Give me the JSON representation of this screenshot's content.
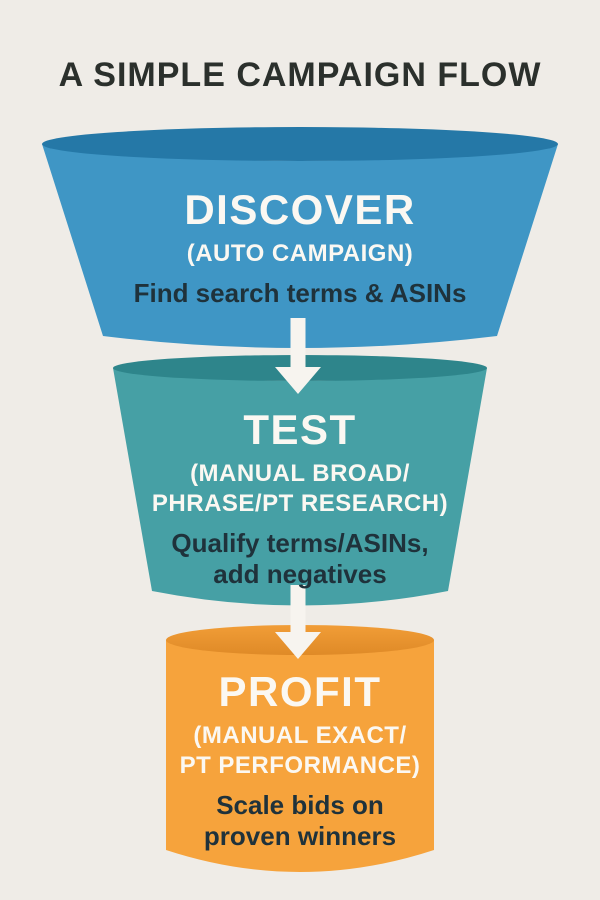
{
  "title": "A SIMPLE CAMPAIGN FLOW",
  "colors": {
    "background": "#efece7",
    "title": "#2b302c",
    "light_text": "#fbf8f2",
    "dark_text": "#1f323b",
    "arrow": "#f7f4ef"
  },
  "stages": [
    {
      "name": "DISCOVER",
      "qualifier_lines": [
        "(AUTO CAMPAIGN)"
      ],
      "description_lines": [
        "Find search terms & ASINs"
      ],
      "body_color": "#3f96c5",
      "lid_color": "#2578a7"
    },
    {
      "name": "TEST",
      "qualifier_lines": [
        "(MANUAL BROAD/",
        "PHRASE/PT RESEARCH)"
      ],
      "description_lines": [
        "Qualify terms/ASINs,",
        "add negatives"
      ],
      "body_color": "#46a0a5",
      "lid_color": "#2e858b"
    },
    {
      "name": "PROFIT",
      "qualifier_lines": [
        "(MANUAL EXACT/",
        "PT PERFORMANCE)"
      ],
      "description_lines": [
        "Scale bids on",
        "proven winners"
      ],
      "body_color": "#f6a33c",
      "lid_color_top": "#f19d37",
      "lid_color_bottom": "#df8a27"
    }
  ]
}
